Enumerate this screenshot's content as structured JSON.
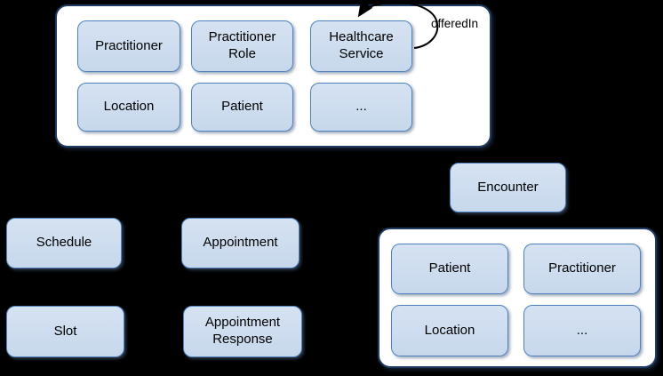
{
  "diagram": {
    "palette": {
      "bg": "#000000",
      "container_fill": "#ffffff",
      "container_border": "#1f3b63",
      "box_fill_top": "#d5e2f2",
      "box_fill_bottom": "#c7d8ec",
      "box_border": "#4f81bd",
      "text": "#000000",
      "arrow": "#000000"
    },
    "top_container": {
      "boxes": [
        {
          "label": "Practitioner"
        },
        {
          "label": "Practitioner Role"
        },
        {
          "label": "Healthcare Service"
        },
        {
          "label": "Location"
        },
        {
          "label": "Patient"
        },
        {
          "label": "..."
        }
      ],
      "self_loop_label": "offeredIn"
    },
    "standalone_boxes": [
      {
        "label": "Encounter"
      },
      {
        "label": "Schedule"
      },
      {
        "label": "Appointment"
      },
      {
        "label": "Slot"
      },
      {
        "label": "Appointment Response"
      }
    ],
    "bottom_container": {
      "boxes": [
        {
          "label": "Patient"
        },
        {
          "label": "Practitioner"
        },
        {
          "label": "Location"
        },
        {
          "label": "..."
        }
      ]
    }
  }
}
